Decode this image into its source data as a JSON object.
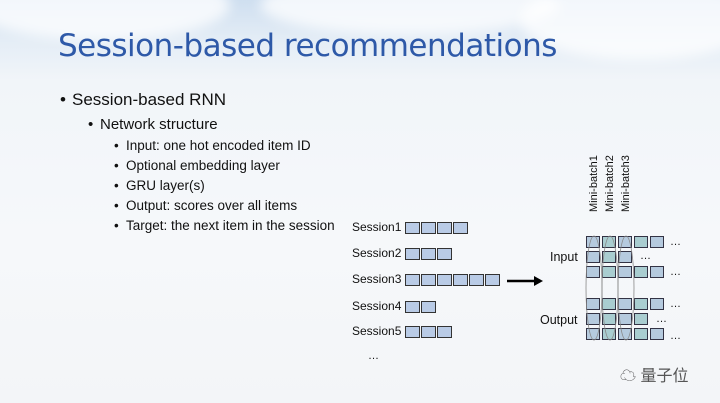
{
  "title": "Session-based recommendations",
  "bullets": {
    "level1": "Session-based RNN",
    "level2": "Network structure",
    "level3": [
      "Input: one hot encoded item ID",
      "Optional embedding layer",
      "GRU layer(s)",
      "Output: scores over all items",
      "Target: the next item in the session"
    ]
  },
  "diagram": {
    "sessions": [
      {
        "label": "Session1",
        "items": 4
      },
      {
        "label": "Session2",
        "items": 3
      },
      {
        "label": "Session3",
        "items": 6
      },
      {
        "label": "Session4",
        "items": 2
      },
      {
        "label": "Session5",
        "items": 3
      }
    ],
    "sessions_more": "…",
    "minibatches": [
      "Mini-batch1",
      "Mini-batch2",
      "Mini-batch3"
    ],
    "input_label": "Input",
    "output_label": "Output",
    "row_more": "…"
  },
  "watermark": "量子位",
  "colors": {
    "title": "#2e59a8",
    "cell_fill": "#b5cade",
    "cell_fill_alt": "#a9cdd0"
  }
}
